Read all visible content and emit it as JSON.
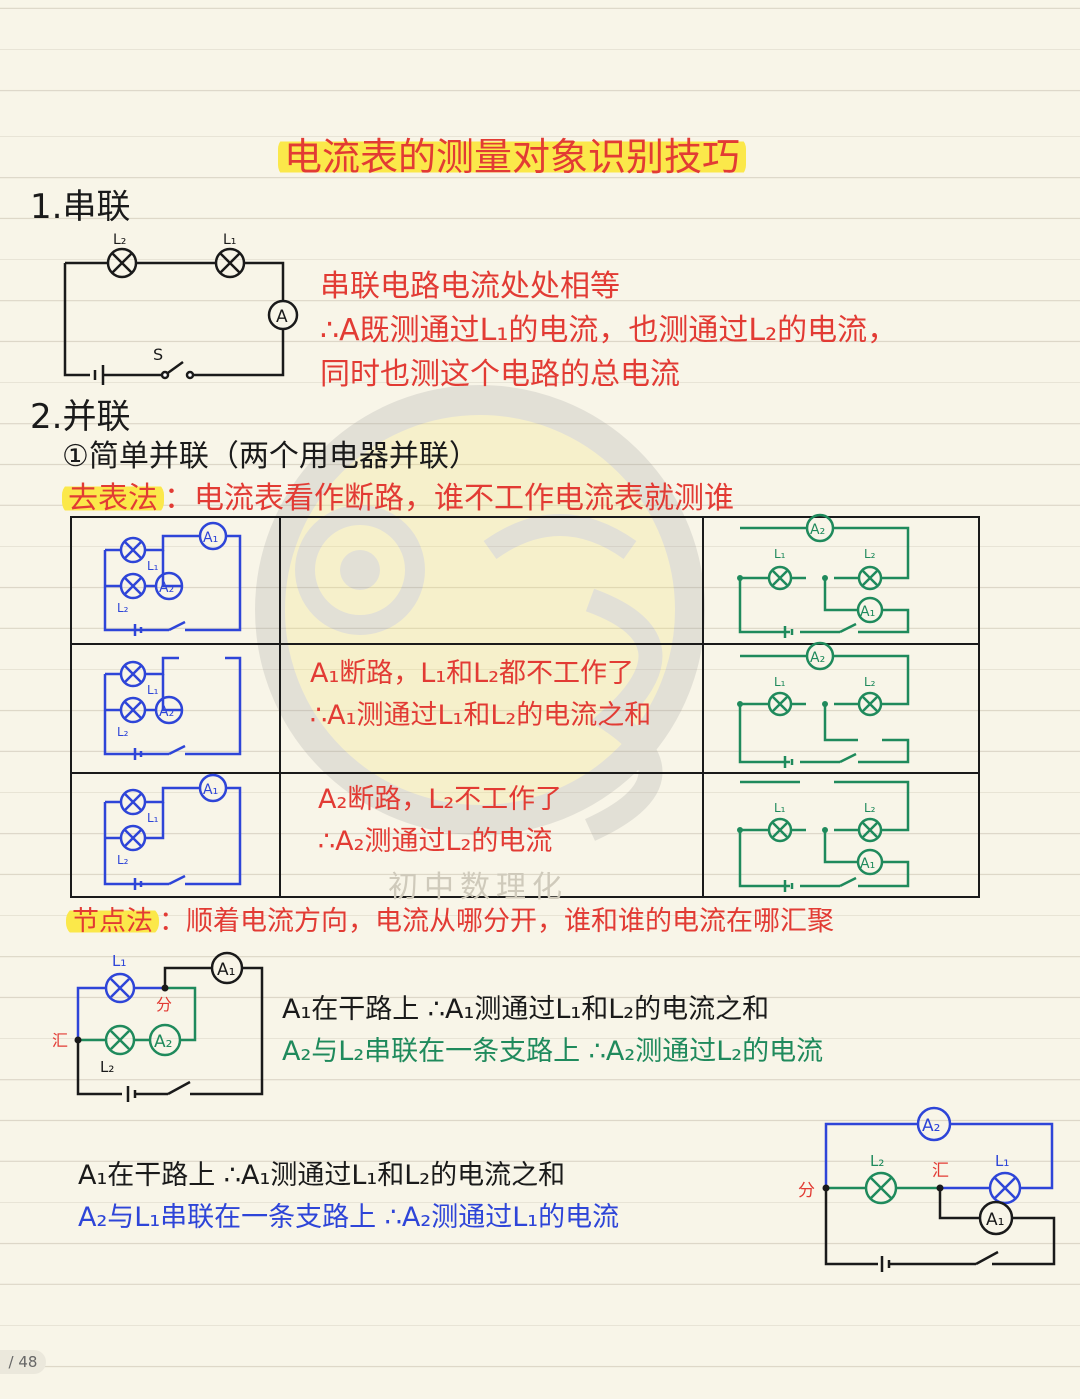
{
  "title": "电流表的测量对象识别技巧",
  "section1": {
    "heading": "1.串联",
    "lines": [
      "串联电路电流处处相等",
      "∴A既测通过L₁的电流，也测通过L₂的电流，",
      "同时也测这个电路的总电流"
    ],
    "circuit_labels": {
      "l2": "L₂",
      "l1": "L₁",
      "a": "A",
      "s": "S"
    }
  },
  "section2": {
    "heading": "2.并联",
    "sub": "①简单并联（两个用电器并联）",
    "method1_label": "去表法",
    "method1_text": "：电流表看作断路，谁不工作电流表就测谁",
    "table": {
      "row2_lines": [
        "A₁断路，L₁和L₂都不工作了",
        "∴A₁测通过L₁和L₂的电流之和"
      ],
      "row3_lines": [
        "A₂断路，L₂不工作了",
        "∴A₂测通过L₂的电流"
      ]
    },
    "method2_label": "节点法",
    "method2_text": "：顺着电流方向，电流从哪分开，谁和谁的电流在哪汇聚",
    "example1": {
      "line1": "A₁在干路上    ∴A₁测通过L₁和L₂的电流之和",
      "line2": "A₂与L₂串联在一条支路上    ∴A₂测通过L₂的电流",
      "split": "分",
      "join": "汇"
    },
    "example2": {
      "line1": "A₁在干路上    ∴A₁测通过L₁和L₂的电流之和",
      "line2": "A₂与L₁串联在一条支路上   ∴A₂测通过L₁的电流",
      "split": "分",
      "join": "汇"
    }
  },
  "component_labels": {
    "a1": "A₁",
    "a2": "A₂",
    "l1": "L₁",
    "l2": "L₂",
    "a": "A"
  },
  "watermark": "初中数理化",
  "page_indicator": "/ 48",
  "colors": {
    "red": "#e23b34",
    "green": "#1f8a5c",
    "blue": "#2e45d8",
    "highlight": "#fbe84a"
  }
}
